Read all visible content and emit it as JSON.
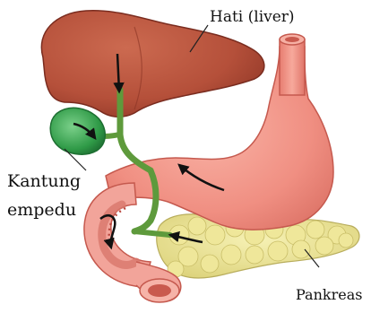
{
  "labels": {
    "liver": "Hati (liver)",
    "gallbladder_line1": "Kantung",
    "gallbladder_line2": "empedu",
    "pancreas": "Pankreas"
  },
  "colors": {
    "liver": "#b5503a",
    "gallbladder": "#2f9a47",
    "duct": "#5e9a3c",
    "stomach": "#f08f82",
    "duodenum": "#f2a49a",
    "pancreas": "#e9e08a",
    "arrow": "#111111"
  }
}
